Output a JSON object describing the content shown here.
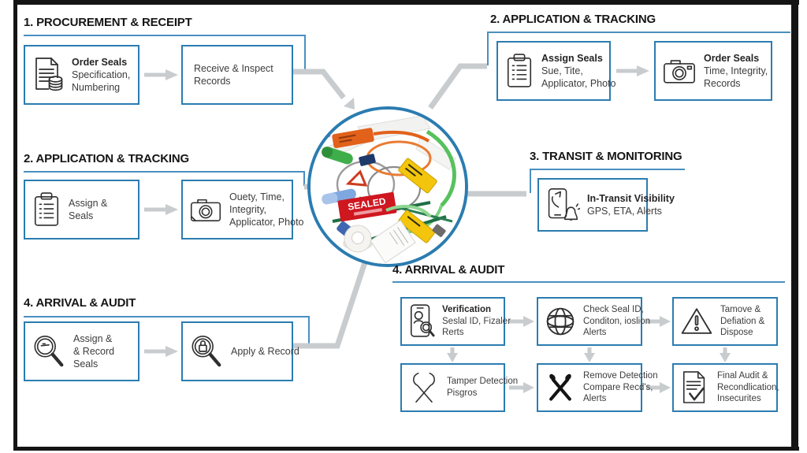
{
  "colors": {
    "accent_blue": "#2b7cb0",
    "underline_blue": "#4a8fc0",
    "arrow_gray": "#c8cccf",
    "frame_black": "#141414",
    "text_dark": "#3c3c3c"
  },
  "sections": {
    "procurement": {
      "title": "1. PROCUREMENT & RECEIPT",
      "boxes": [
        {
          "icon": "document-stack-icon",
          "lines": [
            "Order Seals",
            "Specification,",
            "Numbering"
          ]
        },
        {
          "icon": null,
          "lines": [
            "Receive & Inspect",
            "Records"
          ]
        }
      ]
    },
    "application_top": {
      "title": "2. APPLICATION & TRACKING",
      "boxes": [
        {
          "icon": "clipboard-icon",
          "lines": [
            "Assign Seals",
            "Sue, Tite,",
            "Applicator, Photo"
          ]
        },
        {
          "icon": "camera-icon",
          "lines": [
            "Order Seals",
            "Time,  Integrity,",
            "Records"
          ]
        }
      ]
    },
    "application_left": {
      "title": "2. APPLICATION & TRACKING",
      "boxes": [
        {
          "icon": "clipboard-icon",
          "lines": [
            "Assign &",
            "Seals"
          ]
        },
        {
          "icon": "camera-icon",
          "lines": [
            "Ouety, Time,",
            "Integrity,",
            "Applicator, Photo"
          ]
        }
      ]
    },
    "transit": {
      "title": "3. TRANSIT & MONITORING",
      "boxes": [
        {
          "icon": "phone-alerts-icon",
          "lines": [
            "In-Transit Visibility",
            "GPS, ETA, Alerts"
          ]
        }
      ]
    },
    "arrival_left": {
      "title": "4. ARRIVAL & AUDIT",
      "boxes": [
        {
          "icon": "magnifier-icon",
          "lines": [
            "Assign &",
            "& Record",
            "Seals"
          ]
        },
        {
          "icon": "magnifier-lock-icon",
          "lines": [
            "Apply & Record"
          ]
        }
      ]
    },
    "arrival_right": {
      "title": "4. ARRIVAL & AUDIT",
      "boxes": [
        {
          "icon": "phone-scan-icon",
          "lines": [
            "Verification",
            "Seslal ID, Fizaler",
            "Rerts"
          ]
        },
        {
          "icon": "globe-icon",
          "lines": [
            "Check Seal ID,",
            "Conditon, ioslion",
            "Alerts"
          ]
        },
        {
          "icon": "warning-triangle-icon",
          "lines": [
            "Tamove &",
            "Defiation &",
            "Dispose"
          ]
        },
        {
          "icon": "wire-cutter-icon",
          "lines": [
            "Tamper Detection",
            "Pisgros"
          ]
        },
        {
          "icon": "crossed-tools-icon",
          "lines": [
            "Remove Detection",
            "Compare Recd's,",
            "Alerts"
          ]
        },
        {
          "icon": "document-check-icon",
          "lines": [
            "Final Audit &",
            "Recondlication,",
            "Insecurites"
          ]
        }
      ]
    }
  },
  "center": {
    "description": "photo collage of assorted plastic and cable security seals",
    "seal_label": "SEALED"
  }
}
